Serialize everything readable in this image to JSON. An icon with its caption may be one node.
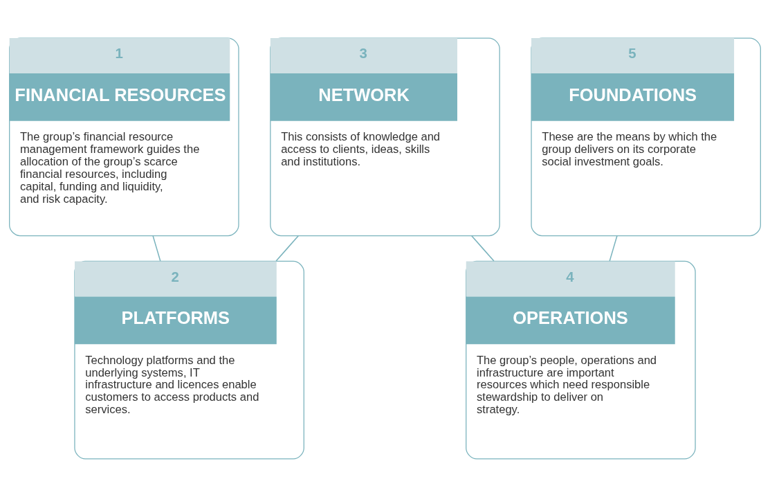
{
  "diagram": {
    "nodes": [
      {
        "text": [
          "1",
          "FINANCIAL RESOURCES",
          "The group’s financial resource management framework guides the allocation of the group’s scarce financial resources, including capital, funding and liquidity, and risk capacity."
        ]
      },
      {
        "text": [
          "2",
          "PLATFORMS",
          "Technology platforms and the underlying systems, IT infrastructure and licences enable customers to access products and services."
        ]
      },
      {
        "text": [
          "3",
          "NETWORK",
          "This consists of knowledge and access to clients, ideas, skills and institutions."
        ]
      },
      {
        "text": [
          "4",
          "OPERATIONS",
          "The group’s people, operations and infrastructure are important resources which need responsible stewardship to deliver on strategy."
        ]
      },
      {
        "text": [
          "5",
          "FOUNDATIONS",
          "These are the means by which the group delivers on its corporate social investment goals."
        ]
      }
    ],
    "edges": [
      {
        "from": 0,
        "to": 1,
        "arrow": "none"
      },
      {
        "from": 1,
        "to": 2,
        "arrow": "none"
      },
      {
        "from": 2,
        "to": 3,
        "arrow": "none"
      },
      {
        "from": 3,
        "to": 4,
        "arrow": "none"
      }
    ]
  }
}
